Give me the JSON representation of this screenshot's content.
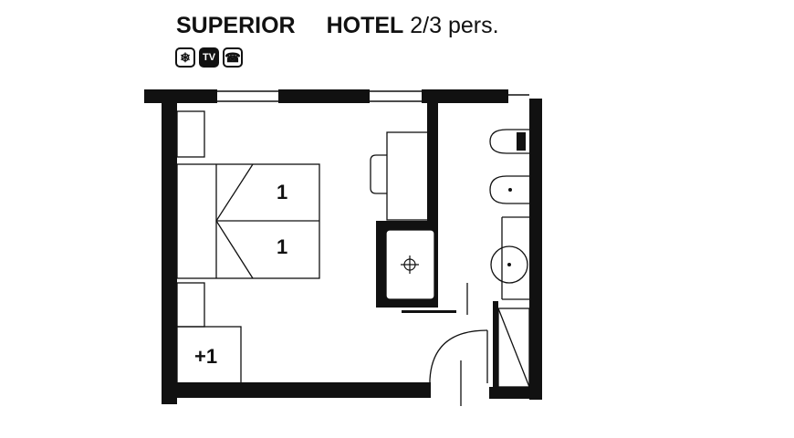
{
  "header": {
    "room_type": "SUPERIOR",
    "category": "HOTEL",
    "capacity": "2/3 pers."
  },
  "amenities": [
    {
      "icon": "air-conditioning-icon",
      "glyph": "❄"
    },
    {
      "icon": "tv-icon",
      "glyph": "TV"
    },
    {
      "icon": "telephone-icon",
      "glyph": "☎"
    }
  ],
  "plan": {
    "bed_top_label": "1",
    "bed_bottom_label": "1",
    "extra_bed_label": "+1"
  }
}
